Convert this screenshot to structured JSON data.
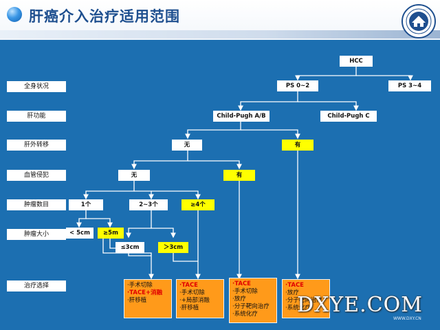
{
  "slide": {
    "title": "肝癌介入治疗适用范围"
  },
  "row_labels": [
    "全身状况",
    "肝功能",
    "肝外转移",
    "血管侵犯",
    "肿瘤数目",
    "肿瘤大小",
    "治疗选择"
  ],
  "nodes": {
    "hcc": "HCC",
    "ps_0_2": "PS 0~2",
    "ps_3_4": "PS 3~4",
    "child_ab": "Child-Pugh A/B",
    "child_c": "Child-Pugh C",
    "extra_no": "无",
    "extra_yes": "有",
    "vasc_no": "无",
    "vasc_yes": "有",
    "num_1": "1个",
    "num_2_3": "2~3个",
    "num_ge4": "≥4个",
    "size_lt5": "< 5cm",
    "size_ge5": "≥5m",
    "size_le3": "≤3cm",
    "size_gt3": "＞3cm"
  },
  "results": [
    [
      "·手术切除",
      "·TACE+消融",
      "·肝移植"
    ],
    [
      "·TACE",
      "·手术切除",
      "·+局部消融",
      "·肝移植"
    ],
    [
      "·TACE",
      "·手术切除",
      "·放疗",
      "·分子靶向治疗",
      "·系统化疗"
    ],
    [
      "·TACE",
      "·放疗",
      "·分子靶向治疗",
      "·系统化疗"
    ]
  ],
  "watermark": {
    "text": "DXYE.COM",
    "sub": "WWW.DXY.CN"
  },
  "colors": {
    "panel": "#1c6fb1",
    "title": "#1e4f8f",
    "highlight": "#ffff00",
    "result_fill": "#ff9a1a",
    "emphasis_red": "#e00000"
  }
}
